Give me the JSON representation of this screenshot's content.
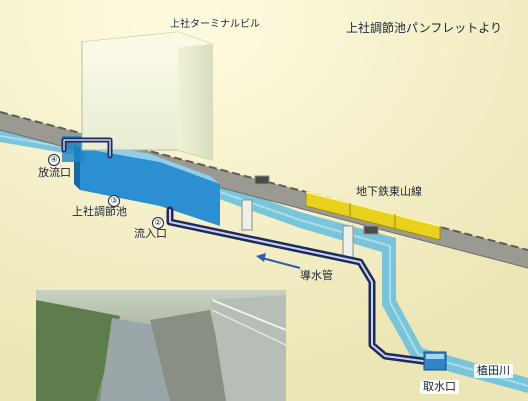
{
  "caption": "上社調節池パンフレットより",
  "labels": {
    "terminal_building": "上社ターミナルビル",
    "subway_line": "地下鉄東山線",
    "outlet": "放流口",
    "outlet_num": "④",
    "reservoir": "上社調節池",
    "reservoir_num": "③",
    "inflow": "流入口",
    "inflow_num": "②",
    "headrace": "導水管",
    "intake": "取水口",
    "river": "植田川"
  },
  "colors": {
    "background": "#f3efc6",
    "water": "#6cc0dc",
    "pipe": "#1f2a5a",
    "reservoir": "#1e84c8",
    "train": "#e9d21e",
    "viaduct": "#8d8d85"
  }
}
